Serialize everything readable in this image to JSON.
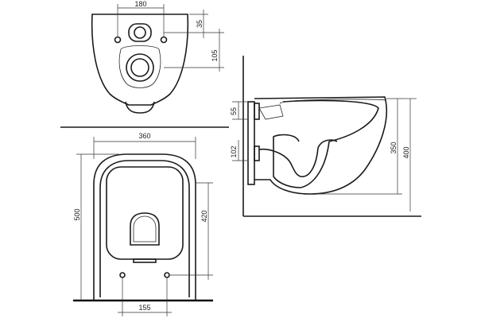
{
  "dimensions": {
    "top_width": "180",
    "top_offset": "35",
    "top_inlet_height": "105",
    "plan_width": "360",
    "plan_depth": "500",
    "plan_inner": "420",
    "bolt_spacing": "155",
    "side_55": "55",
    "side_102": "102",
    "side_350": "350",
    "side_400": "400"
  }
}
